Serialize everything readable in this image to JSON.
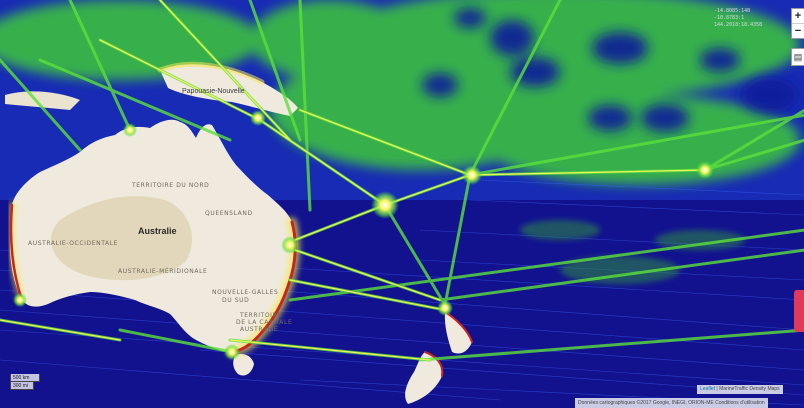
{
  "map": {
    "type": "vessel traffic density heatmap",
    "colors": {
      "ocean_low": "#12128f",
      "ocean_mid": "#2a4fe0",
      "density_medium": "#43d43a",
      "density_high": "#f2f25a",
      "density_peak": "#d8261c",
      "land": "#efeadd",
      "land_desert": "#d9c9a3"
    },
    "labels": {
      "country": "Australie",
      "png": "Papouasie-Nouvelle",
      "nt": "TERRITOIRE DU NORD",
      "qld": "QUEENSLAND",
      "wa": "AUSTRALIE-OCCIDENTALE",
      "sa": "AUSTRALIE-MÉRIDIONALE",
      "nsw_1": "NOUVELLE-GALLES",
      "nsw_2": "DU SUD",
      "act_1": "TERRITOIRE",
      "act_2": "DE LA CAPITALE",
      "act_3": "AUSTRALIE"
    },
    "coordinates": [
      "-14.8085:148",
      "-10.8783:1",
      "144.2018:18.4358"
    ]
  },
  "controls": {
    "zoom_in": "+",
    "zoom_out": "−",
    "layers_icon": "layers-icon"
  },
  "scale": {
    "km_label": "500 km",
    "mi_label": "300 mi"
  },
  "attribution": {
    "leaflet_link": "Leaflet",
    "density_text": "| MarineTraffic Density Maps",
    "data_text": "Données cartographiques ©2017 Google, INEGI, ORION-ME  Conditions d'utilisation"
  }
}
